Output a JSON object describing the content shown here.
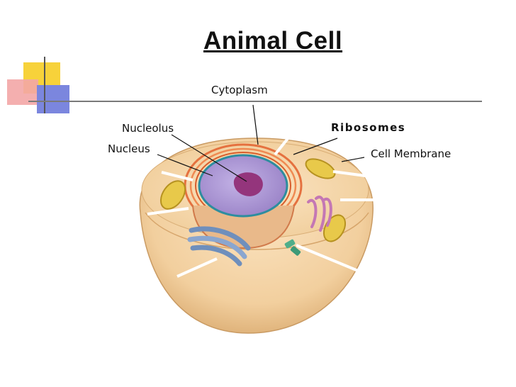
{
  "slide": {
    "title": "Animal Cell"
  },
  "labels": {
    "cytoplasm": "Cytoplasm",
    "nucleolus": "Nucleolus",
    "nucleus": "Nucleus",
    "ribosomes": "Ribosomes",
    "cell_membrane": "Cell Membrane"
  },
  "colors": {
    "cell_body": "#f2cf9e",
    "nucleus": "#a993d1",
    "nucleolus": "#94357c",
    "envelope": "#e5713f",
    "golgi": "#7d9bc4",
    "mitochondria": "#e8c94a",
    "lysosome": "#c477b4",
    "centriole": "#4fae8a",
    "deco_yellow": "#f7d23a",
    "deco_red": "#f28c8c",
    "deco_blue": "#6c78d8"
  }
}
